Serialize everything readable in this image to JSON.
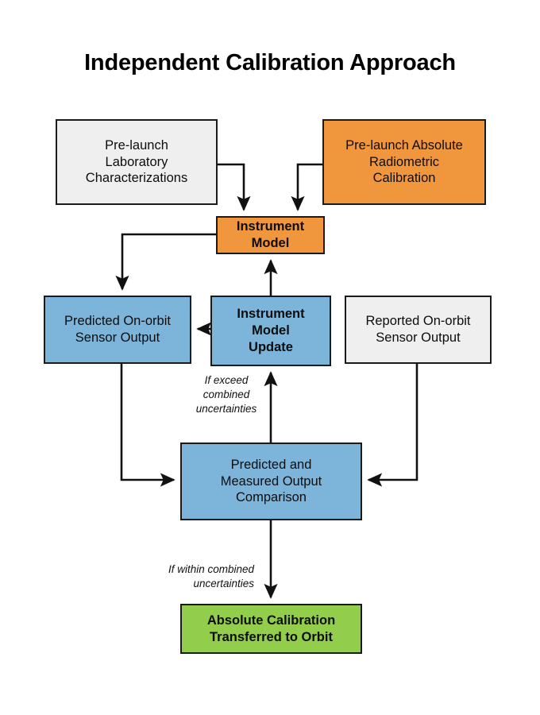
{
  "diagram": {
    "title": "Independent Calibration Approach",
    "type": "flowchart",
    "palette": {
      "orange": "#F0963C",
      "blue": "#7CB4DA",
      "green": "#92CE4B",
      "gray": "#EFEFEF",
      "border": "#1a1a1a",
      "background": "#FFFFFF"
    },
    "nodes": [
      {
        "id": "prelaunch-lab",
        "label": "Pre-launch\nLaboratory\nCharacterizations",
        "fill": "#EFEFEF",
        "bold": false
      },
      {
        "id": "prelaunch-abs",
        "label": "Pre-launch Absolute\nRadiometric\nCalibration",
        "fill": "#F0963C",
        "bold": false
      },
      {
        "id": "instrument-model",
        "label": "Instrument\nModel",
        "fill": "#F0963C",
        "bold": true
      },
      {
        "id": "predicted-output",
        "label": "Predicted On-orbit\nSensor Output",
        "fill": "#7CB4DA",
        "bold": false
      },
      {
        "id": "model-update",
        "label": "Instrument\nModel\nUpdate",
        "fill": "#7CB4DA",
        "bold": true
      },
      {
        "id": "reported-output",
        "label": "Reported On-orbit\nSensor Output",
        "fill": "#EFEFEF",
        "bold": false
      },
      {
        "id": "comparison",
        "label": "Predicted and\nMeasured Output\nComparison",
        "fill": "#7CB4DA",
        "bold": false
      },
      {
        "id": "absolute-transfer",
        "label": "Absolute Calibration\nTransferred to Orbit",
        "fill": "#92CE4B",
        "bold": true
      }
    ],
    "edge_labels": [
      {
        "id": "if-exceed",
        "text": "If exceed\ncombined\nuncertainties"
      },
      {
        "id": "if-within",
        "text": "If within combined\nuncertainties"
      }
    ],
    "edges": [
      {
        "from": "prelaunch-lab",
        "to": "instrument-model",
        "label": ""
      },
      {
        "from": "prelaunch-abs",
        "to": "instrument-model",
        "label": ""
      },
      {
        "from": "instrument-model",
        "to": "predicted-output",
        "label": ""
      },
      {
        "from": "model-update",
        "to": "predicted-output",
        "label": ""
      },
      {
        "from": "model-update",
        "to": "instrument-model",
        "label": ""
      },
      {
        "from": "predicted-output",
        "to": "comparison",
        "label": ""
      },
      {
        "from": "reported-output",
        "to": "comparison",
        "label": ""
      },
      {
        "from": "comparison",
        "to": "model-update",
        "label": "If exceed combined uncertainties"
      },
      {
        "from": "comparison",
        "to": "absolute-transfer",
        "label": "If within combined uncertainties"
      }
    ]
  }
}
